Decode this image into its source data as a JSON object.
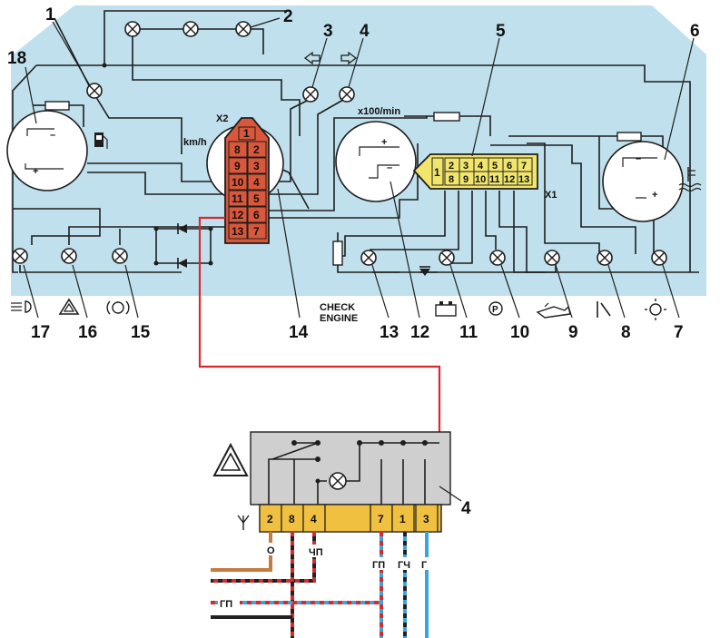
{
  "callouts": {
    "c1": "1",
    "c2": "2",
    "c3": "3",
    "c4": "4",
    "c5": "5",
    "c6": "6",
    "c7": "7",
    "c8": "8",
    "c9": "9",
    "c10": "10",
    "c11": "11",
    "c12": "12",
    "c13": "13",
    "c14": "14",
    "c15": "15",
    "c16": "16",
    "c17": "17",
    "c18": "18",
    "relay": "4"
  },
  "labels": {
    "x2": "X2",
    "kmh": "km/h",
    "x100": "x100/min",
    "x1": "X1",
    "check": "CHECK",
    "engine": "ENGINE"
  },
  "connector_x2": [
    "1",
    "8",
    "2",
    "9",
    "3",
    "10",
    "4",
    "11",
    "5",
    "12",
    "6",
    "13",
    "7"
  ],
  "connector_x1": [
    "1",
    "2",
    "3",
    "4",
    "5",
    "6",
    "7",
    "8",
    "9",
    "10",
    "11",
    "12",
    "13"
  ],
  "relay_pins": [
    "2",
    "8",
    "4",
    "7",
    "1",
    "3"
  ],
  "wire_codes": {
    "o": "О",
    "chp": "ЧП",
    "gp": "ГП",
    "gch": "ГЧ",
    "g": "Г",
    "gp_left": "ГП"
  },
  "colors": {
    "panel": "#bfe0ec",
    "connector_x2": "#d9573a",
    "connector_x1": "#f2e56b",
    "relay_body": "#cfcfcf",
    "relay_pins": "#f0c040",
    "signal_wire": "#d9282e"
  }
}
